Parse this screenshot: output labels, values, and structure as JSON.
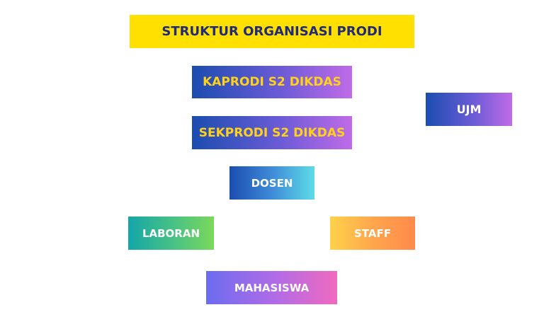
{
  "title": "STRUKTUR ORGANISASI PRODI",
  "nodes": {
    "kaprodi": "KAPRODI S2 DIKDAS",
    "sekprodi": "SEKPRODI S2 DIKDAS",
    "ujm": "UJM",
    "dosen": "DOSEN",
    "laboran": "LABORAN",
    "staff": "STAFF",
    "mahasiswa": "MAHASISWA"
  },
  "colors": {
    "title_background": "#FFE000",
    "title_text": "#1F2A7A",
    "leadership_text": "#FFD21A",
    "box_text": "#FFFFFF"
  }
}
